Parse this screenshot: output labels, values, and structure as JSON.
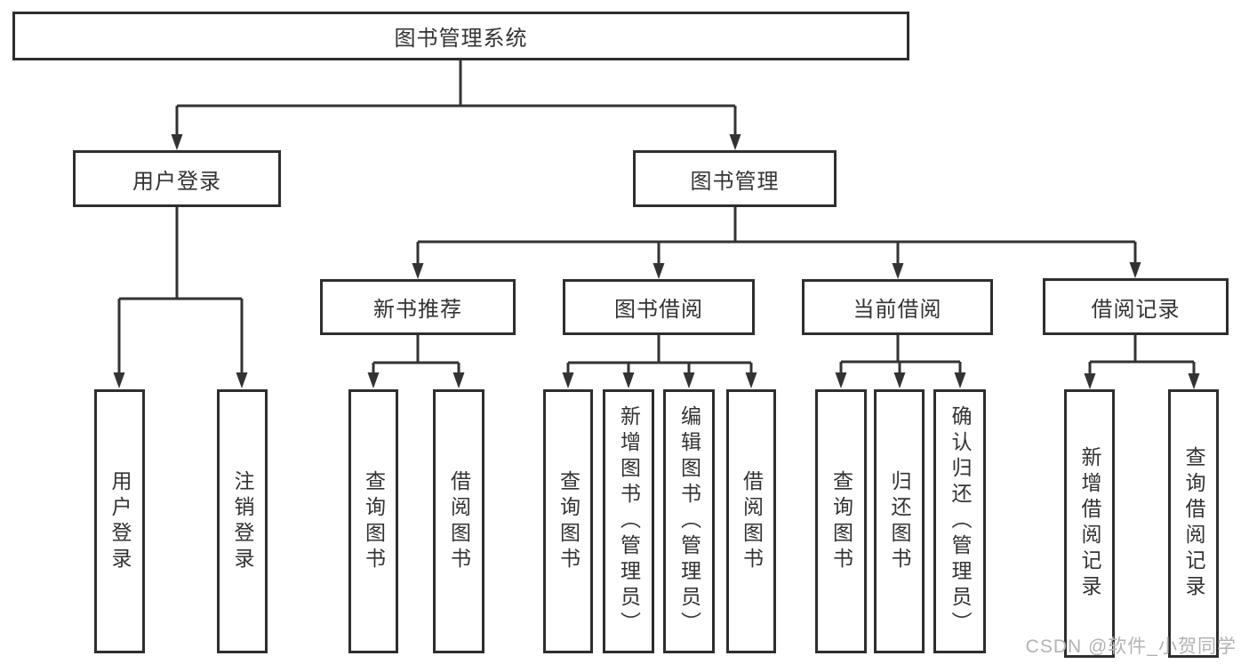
{
  "diagram": {
    "title": "图书管理系统",
    "branches": [
      {
        "label": "用户登录",
        "children": [
          {
            "label": "用户登录"
          },
          {
            "label": "注销登录"
          }
        ]
      },
      {
        "label": "图书管理",
        "children": [
          {
            "label": "新书推荐",
            "children": [
              {
                "label": "查询图书"
              },
              {
                "label": "借阅图书"
              }
            ]
          },
          {
            "label": "图书借阅",
            "children": [
              {
                "label": "查询图书"
              },
              {
                "label": "新增图书（管理员）"
              },
              {
                "label": "编辑图书（管理员）"
              },
              {
                "label": "借阅图书"
              }
            ]
          },
          {
            "label": "当前借阅",
            "children": [
              {
                "label": "查询图书"
              },
              {
                "label": "归还图书"
              },
              {
                "label": "确认归还（管理员）"
              }
            ]
          },
          {
            "label": "借阅记录",
            "children": [
              {
                "label": "新增借阅记录"
              },
              {
                "label": "查询借阅记录"
              }
            ]
          }
        ]
      }
    ]
  },
  "watermark": {
    "text": "CSDN @软件_小贺同学"
  },
  "colors": {
    "background": "#ffffff",
    "line": "#333333",
    "box_border": "#2e2e2e",
    "text": "#333333",
    "watermark": "#b3b3b3"
  }
}
